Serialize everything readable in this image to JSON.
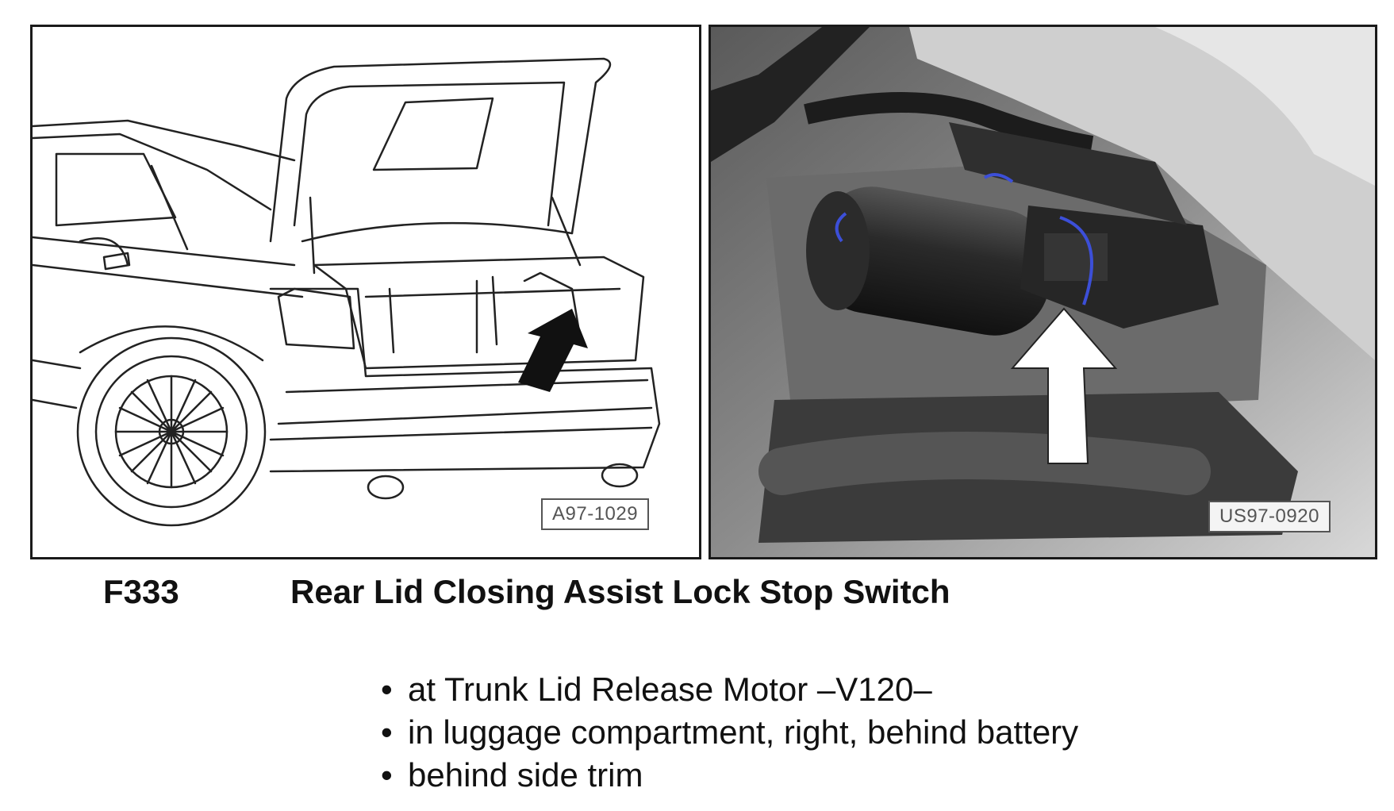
{
  "figures": {
    "left": {
      "ref_code": "A97-1029",
      "arrow_color": "#111111"
    },
    "right": {
      "ref_code": "US97-0920",
      "arrow_color": "#ffffff",
      "wire_color": "#3c4fd8"
    }
  },
  "caption": {
    "code": "F333",
    "title": "Rear Lid Closing Assist Lock Stop Switch"
  },
  "bullets": [
    "at Trunk Lid Release Motor –V120–",
    "in luggage compartment, right, behind battery",
    "behind side trim"
  ]
}
